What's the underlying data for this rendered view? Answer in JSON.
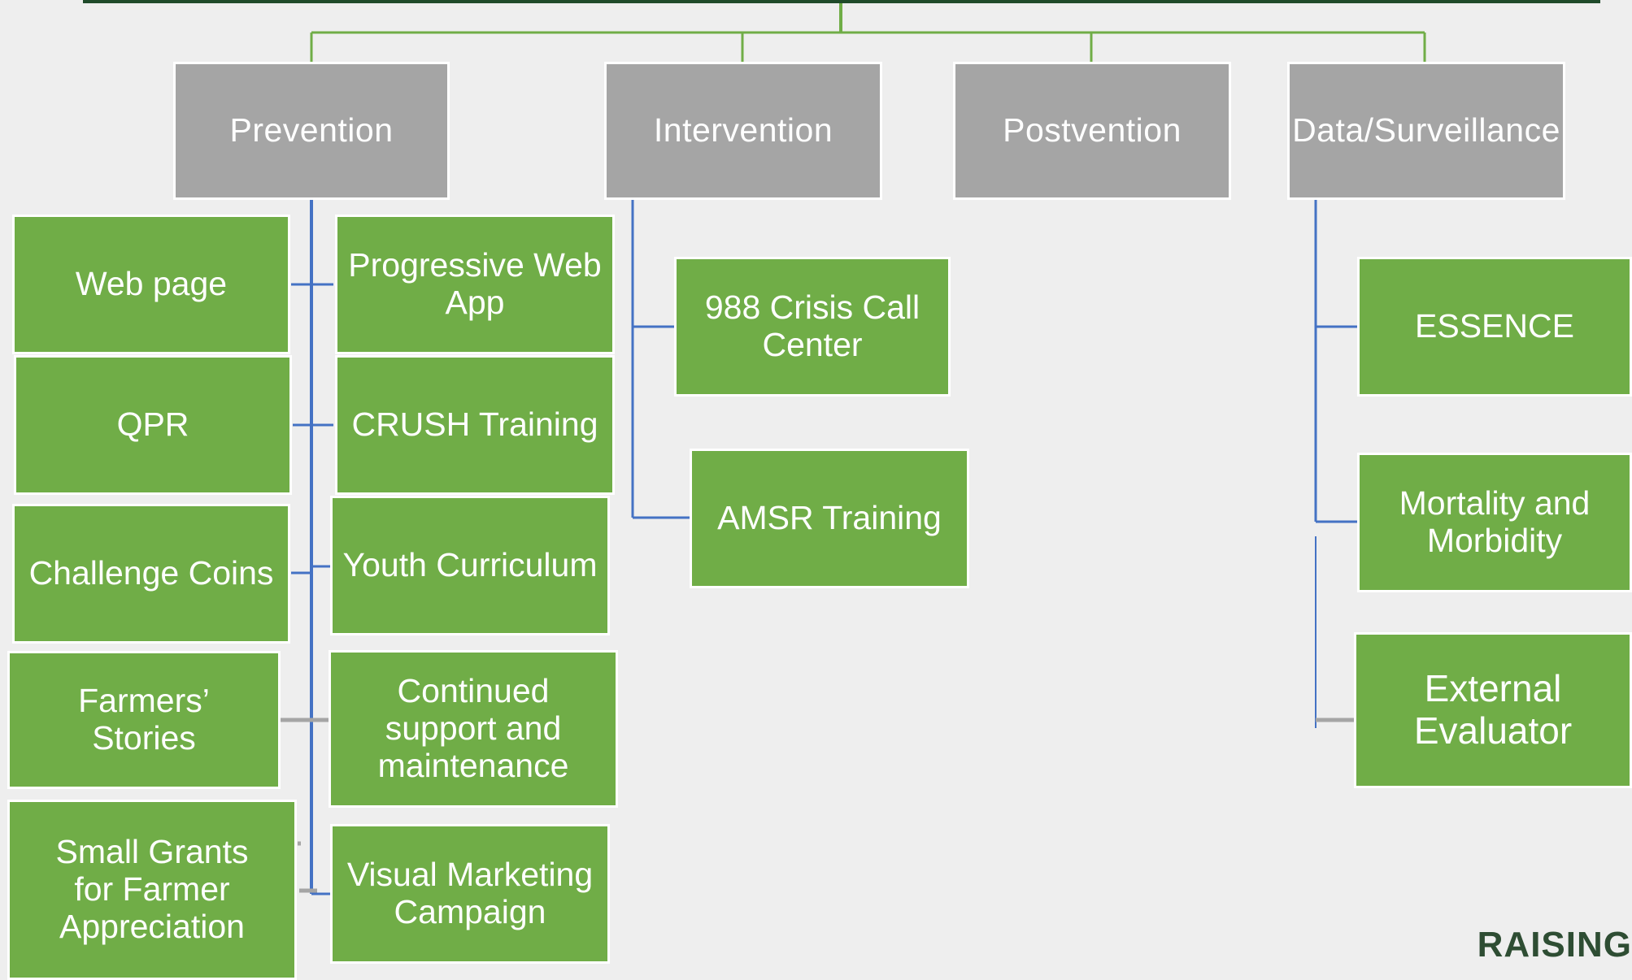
{
  "colors": {
    "background": "#eeeeee",
    "category_fill": "#a5a5a5",
    "item_fill": "#70ad47",
    "top_bar": "#1f4a2a",
    "green_connector": "#70ad47",
    "blue_connector": "#4472c4",
    "gray_connector": "#a5a5a5"
  },
  "categories": [
    {
      "label": "Prevention"
    },
    {
      "label": "Intervention"
    },
    {
      "label": "Postvention"
    },
    {
      "label": "Data/Surveillance"
    }
  ],
  "prevention": {
    "left": [
      {
        "label": "Web page"
      },
      {
        "label": "QPR"
      },
      {
        "label": "Challenge  Coins"
      },
      {
        "label": "Farmers’\nStories"
      },
      {
        "label": "Small Grants\nfor Farmer\nAppreciation"
      }
    ],
    "right": [
      {
        "label": "Progressive Web\nApp"
      },
      {
        "label": "CRUSH Training"
      },
      {
        "label": "Youth Curriculum"
      },
      {
        "label": "Continued\nsupport and\nmaintenance"
      },
      {
        "label": "Visual Marketing\nCampaign"
      }
    ]
  },
  "intervention": {
    "items": [
      {
        "label": "988 Crisis Call\nCenter"
      },
      {
        "label": "AMSR Training"
      }
    ]
  },
  "data_surveillance": {
    "items": [
      {
        "label": "ESSENCE"
      },
      {
        "label": "Mortality and\nMorbidity"
      },
      {
        "label": "External\nEvaluator"
      }
    ]
  },
  "brand": {
    "text": "RAISING"
  }
}
